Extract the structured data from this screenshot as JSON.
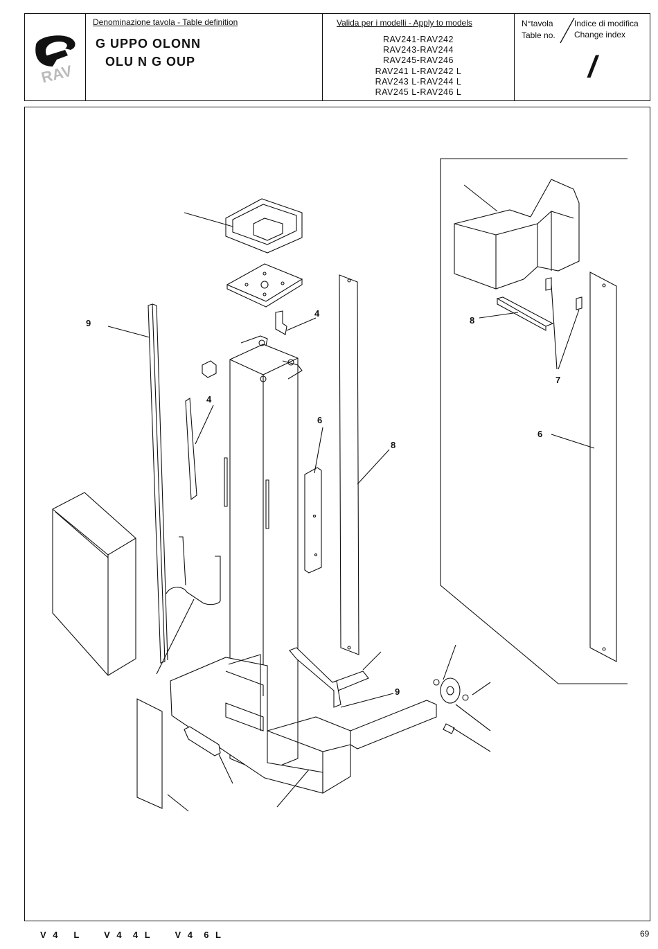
{
  "header": {
    "table_definition_label": "Denominazione tavola - Table definition",
    "title_line1": "G  UPPO   OLONN",
    "title_line2": "OLU  N G  OUP",
    "models_label": "Valida per i modelli - Apply to models",
    "models": [
      "RAV241-RAV242",
      "RAV243-RAV244",
      "RAV245-RAV246",
      "RAV241 L-RAV242 L",
      "RAV243 L-RAV244 L",
      "RAV245 L-RAV246 L"
    ],
    "table_no_label_it": "N°tavola",
    "table_no_label_en": "Table no.",
    "change_index_label_it": "Indice di modifica",
    "change_index_label_en": "Change index",
    "change_index_value": "/"
  },
  "logo": {
    "text": "RAV"
  },
  "callouts": [
    "9",
    "4",
    "4",
    "6",
    "8",
    "9",
    "8",
    "7",
    "6"
  ],
  "footer": {
    "models_text": "V 4   L     V 4  4 L     V 4  6 L",
    "page_number": "69"
  }
}
